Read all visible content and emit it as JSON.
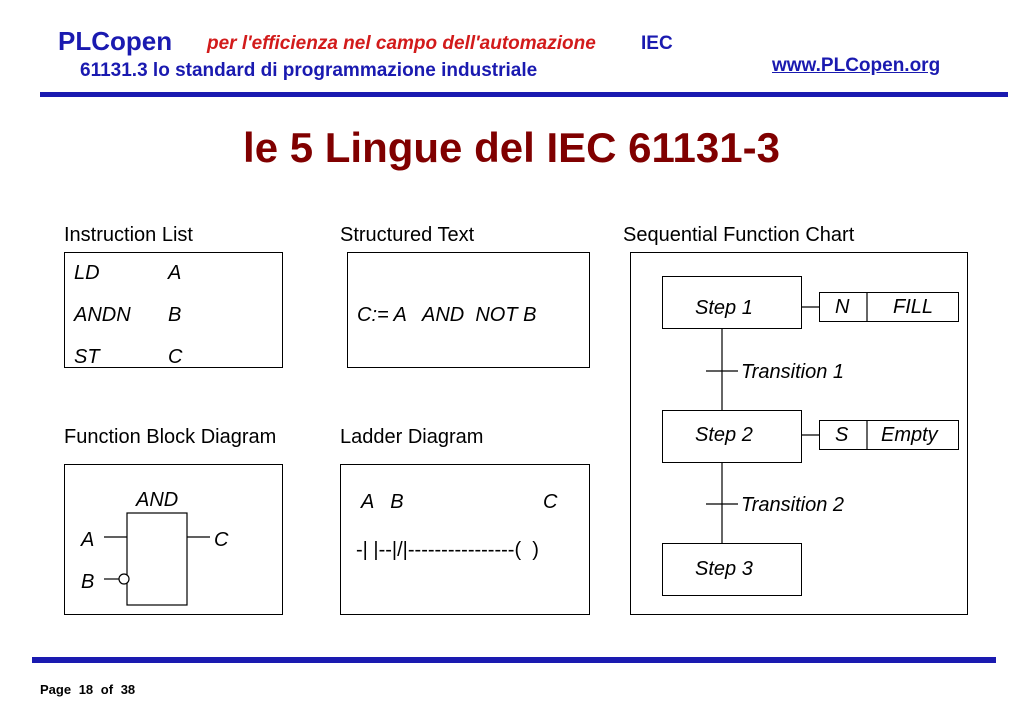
{
  "header": {
    "brand": "PLCopen",
    "tagline": "per l'efficienza nel campo dell'automazione",
    "iec": "IEC",
    "subtitle": "61131.3 lo standard di programmazione industriale",
    "url": "www.PLCopen.org"
  },
  "title": "le 5 Lingue del IEC 61131-3",
  "instruction_list": {
    "label": "Instruction List",
    "rows": [
      {
        "op": "LD",
        "arg": "A"
      },
      {
        "op": "ANDN",
        "arg": "B"
      },
      {
        "op": "ST",
        "arg": "C"
      }
    ]
  },
  "structured_text": {
    "label": "Structured Text",
    "code": "C:= A   AND  NOT B"
  },
  "function_block": {
    "label": "Function Block Diagram",
    "block_name": "AND",
    "input_a": "A",
    "input_b": "B",
    "output_c": "C"
  },
  "ladder": {
    "label": "Ladder Diagram",
    "contacts": "A   B",
    "coil_name": "C",
    "rung": "-| |--|/|----------------(  )"
  },
  "sfc": {
    "label": "Sequential Function Chart",
    "step1": "Step 1",
    "step2": "Step 2",
    "step3": "Step 3",
    "transition1": "Transition 1",
    "transition2": "Transition 2",
    "action1_qualifier": "N",
    "action1_name": "FILL",
    "action2_qualifier": "S",
    "action2_name": "Empty"
  },
  "footer": {
    "page_word": "Page",
    "page_num": "18",
    "of_word": "of",
    "total": "38"
  }
}
